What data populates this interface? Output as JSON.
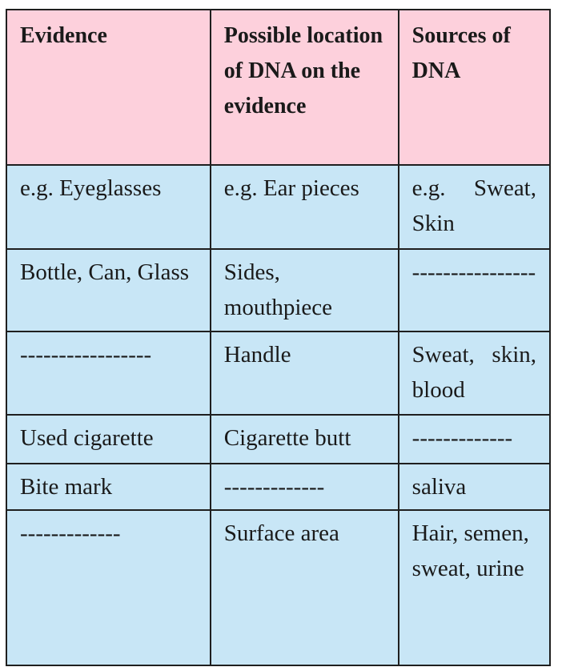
{
  "headers": [
    "Evidence",
    "Possible location of DNA on the evidence",
    "Sources of DNA"
  ],
  "rows": [
    [
      "e.g. Eyeglasses",
      "e.g. Ear pieces",
      "e.g. Sweat, Skin"
    ],
    [
      "Bottle, Can, Glass",
      "Sides, mouthpiece",
      "----------------"
    ],
    [
      "-----------------",
      "Handle",
      "Sweat, skin, blood"
    ],
    [
      "Used cigarette",
      "Cigarette butt",
      "-------------"
    ],
    [
      "Bite mark",
      "-------------",
      "saliva"
    ],
    [
      "-------------",
      "Surface area",
      "Hair, semen, sweat, urine"
    ]
  ]
}
